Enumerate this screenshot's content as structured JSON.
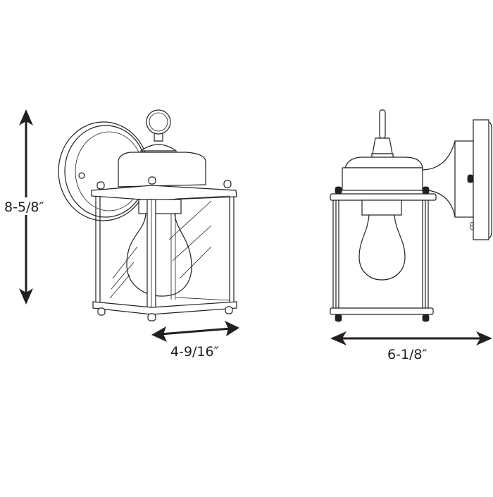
{
  "diagram": {
    "subject": "outdoor wall lantern dimension drawing",
    "line_color": "#231f20",
    "background": "#ffffff"
  },
  "dimensions": {
    "height": {
      "label": "8-5/8″",
      "orientation": "vertical"
    },
    "width": {
      "label": "4-9/16″",
      "orientation": "horizontal"
    },
    "extension": {
      "label": "6-1/8″",
      "orientation": "horizontal"
    }
  },
  "views": {
    "front": {
      "name": "front-perspective-view"
    },
    "side": {
      "name": "side-profile-view"
    }
  }
}
